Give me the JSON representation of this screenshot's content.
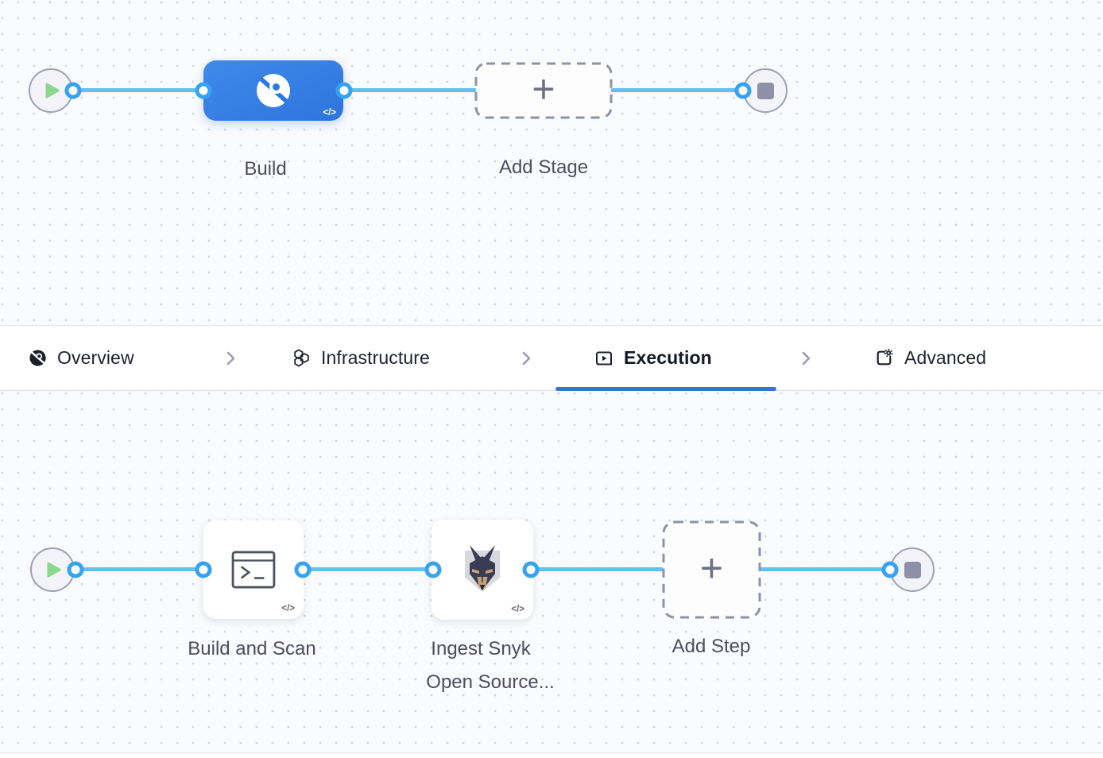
{
  "stage_graph": {
    "stage_label": "Build",
    "add_stage_label": "Add Stage",
    "plus_glyph": "+",
    "code_glyph": "</>"
  },
  "tab_bar": {
    "active_tab": "Execution",
    "separator_icon": "chevron-right-icon",
    "tabs": [
      {
        "label": "Overview",
        "icon": "ci-overview-icon",
        "active": false
      },
      {
        "label": "Infrastructure",
        "icon": "infrastructure-hexagons-icon",
        "active": false
      },
      {
        "label": "Execution",
        "icon": "execution-play-icon",
        "active": true
      },
      {
        "label": "Advanced",
        "icon": "advanced-gear-icon",
        "active": false
      }
    ]
  },
  "step_graph": {
    "step1_label": "Build and Scan",
    "step1_icon": "run-terminal-icon",
    "step2_label_line1": "Ingest Snyk",
    "step2_label_line2": "Open Source...",
    "step2_icon": "snyk-doberman-icon",
    "add_step_label": "Add Step",
    "plus_glyph": "+",
    "code_glyph": "</>"
  },
  "colors": {
    "stage_node_blue": "#2f78df",
    "connector_blue": "#61c1f0",
    "connector_port_ring": "#35a3f3",
    "active_tab_underline": "#3b72d4",
    "start_node_green": "#8bd78b",
    "end_node_gray": "#8e90a7",
    "label_text": "#4c4e5d",
    "dashed_border": "#8f91a6"
  }
}
